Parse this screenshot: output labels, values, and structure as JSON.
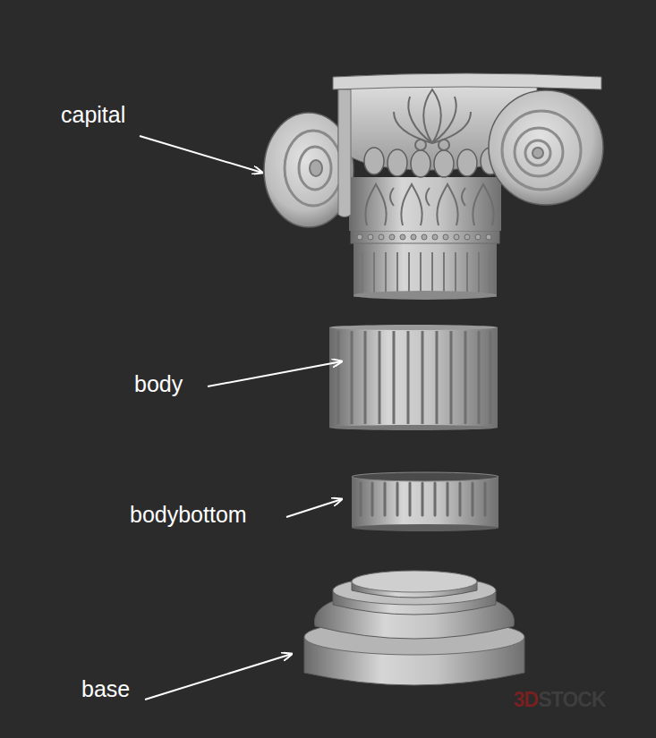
{
  "diagram": {
    "labels": [
      "capital",
      "body",
      "bodybottom",
      "base",
      "3DSTOCK"
    ]
  }
}
